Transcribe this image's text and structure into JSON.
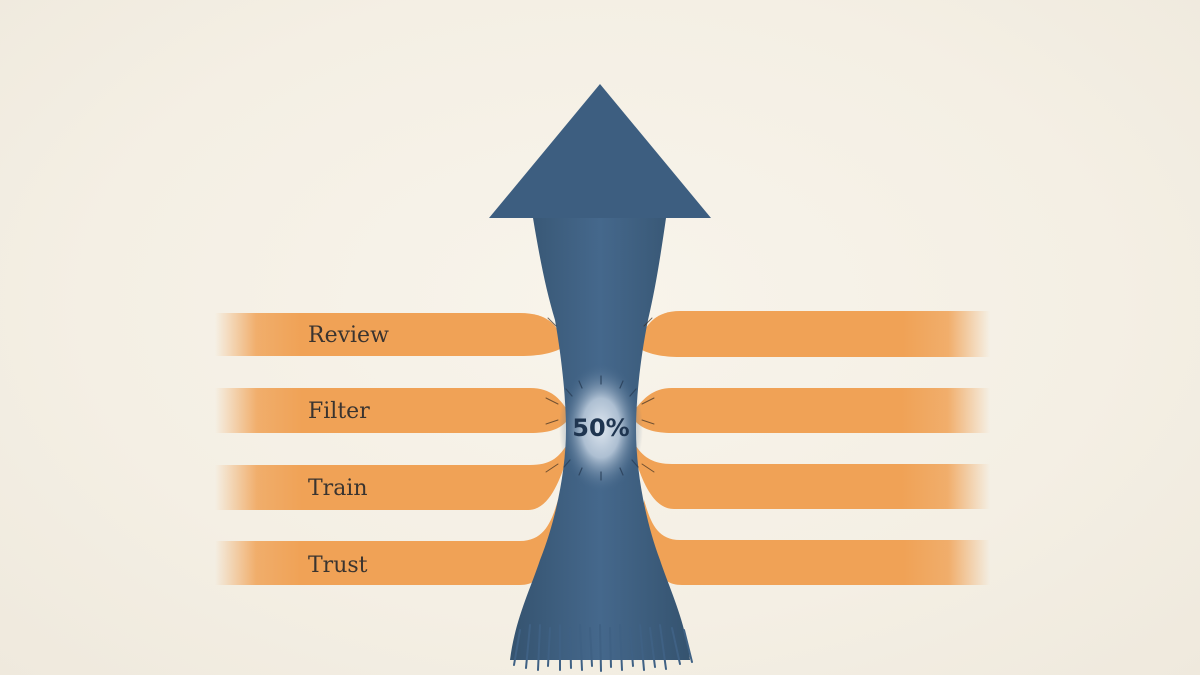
{
  "bands": [
    {
      "label": "Review"
    },
    {
      "label": "Filter"
    },
    {
      "label": "Train"
    },
    {
      "label": "Trust"
    }
  ],
  "center": {
    "value": "50%"
  },
  "colors": {
    "band": "#f0a256",
    "arrow": "#3f6184",
    "arrow_dark": "#35536f",
    "glow": "#c9d6e4",
    "background": "#f5f0e6"
  },
  "icons": {
    "arrow": "up-arrow-icon"
  }
}
